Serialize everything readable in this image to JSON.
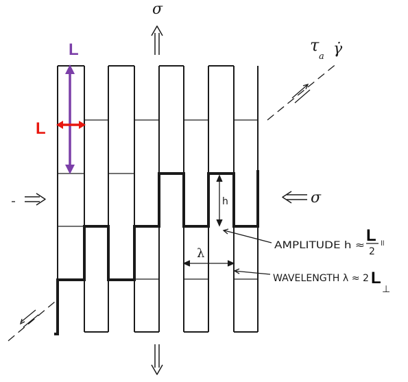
{
  "symbols": {
    "stress": "σ",
    "shear": "τ",
    "shear_sub": "a",
    "shear_rate": "γ̇",
    "lambda": "λ",
    "h": "h",
    "L": "L",
    "perp": "⊥",
    "parallel": "ll"
  },
  "annotations": {
    "amplitude_prefix": "AMPLITUDE h ≈",
    "wavelength_prefix": "WAVELENGTH λ ≈ 2",
    "half_numerator": "L",
    "half_denominator": "2",
    "comma": ","
  },
  "colors": {
    "vertical_L": "#7B3FA8",
    "horizontal_L": "#E8170F",
    "ink": "#1a1a1a"
  },
  "icons": {
    "top_arrow": "double-arrow-up-icon",
    "bottom_arrow": "double-arrow-down-icon",
    "left_arrow": "double-arrow-right-icon",
    "right_arrow": "double-arrow-left-icon"
  }
}
